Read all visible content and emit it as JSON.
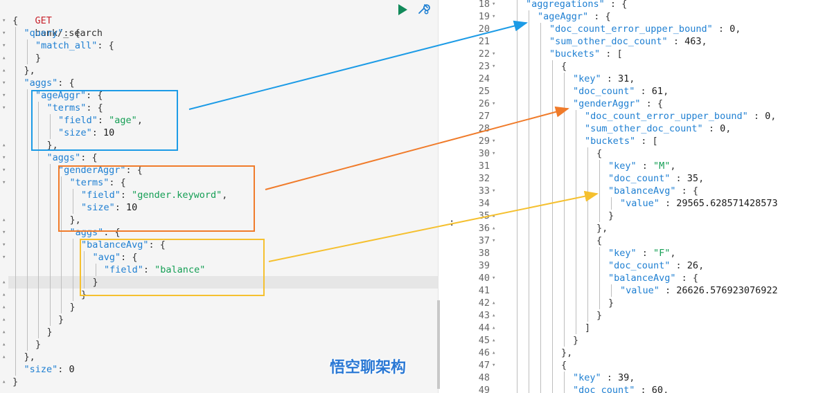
{
  "request": {
    "method": "GET",
    "endpoint": "bank/_search",
    "run_label": "Run request",
    "settings_label": "Request options"
  },
  "colors": {
    "key": "#1e7fd2",
    "string": "#149e54",
    "method": "#c8222c",
    "box_age": "#1c9be6",
    "box_gender": "#f07b2a",
    "box_balance": "#f5c02f",
    "watermark": "#2a78d4"
  },
  "left_lines": [
    {
      "fold": "▾",
      "guides": 0,
      "tokens": [
        {
          "t": "p",
          "v": "{"
        }
      ]
    },
    {
      "fold": "▾",
      "guides": 1,
      "tokens": [
        {
          "t": "k",
          "v": "\"query\""
        },
        {
          "t": "p",
          "v": ": {"
        }
      ]
    },
    {
      "fold": "▾",
      "guides": 2,
      "tokens": [
        {
          "t": "k",
          "v": "\"match_all\""
        },
        {
          "t": "p",
          "v": ": {"
        }
      ]
    },
    {
      "fold": "▴",
      "guides": 2,
      "tokens": [
        {
          "t": "p",
          "v": "}"
        }
      ]
    },
    {
      "fold": "▴",
      "guides": 1,
      "tokens": [
        {
          "t": "p",
          "v": "},"
        }
      ]
    },
    {
      "fold": "▾",
      "guides": 1,
      "tokens": [
        {
          "t": "k",
          "v": "\"aggs\""
        },
        {
          "t": "p",
          "v": ": {"
        }
      ]
    },
    {
      "fold": "▾",
      "guides": 2,
      "tokens": [
        {
          "t": "k",
          "v": "\"ageAggr\""
        },
        {
          "t": "p",
          "v": ": {"
        }
      ]
    },
    {
      "fold": "▾",
      "guides": 3,
      "tokens": [
        {
          "t": "k",
          "v": "\"terms\""
        },
        {
          "t": "p",
          "v": ": {"
        }
      ]
    },
    {
      "fold": "",
      "guides": 4,
      "tokens": [
        {
          "t": "k",
          "v": "\"field\""
        },
        {
          "t": "p",
          "v": ": "
        },
        {
          "t": "s",
          "v": "\"age\""
        },
        {
          "t": "p",
          "v": ","
        }
      ]
    },
    {
      "fold": "",
      "guides": 4,
      "tokens": [
        {
          "t": "k",
          "v": "\"size\""
        },
        {
          "t": "p",
          "v": ": "
        },
        {
          "t": "n",
          "v": "10"
        }
      ]
    },
    {
      "fold": "▴",
      "guides": 3,
      "tokens": [
        {
          "t": "p",
          "v": "},"
        }
      ]
    },
    {
      "fold": "▾",
      "guides": 3,
      "tokens": [
        {
          "t": "k",
          "v": "\"aggs\""
        },
        {
          "t": "p",
          "v": ": {"
        }
      ]
    },
    {
      "fold": "▾",
      "guides": 4,
      "tokens": [
        {
          "t": "k",
          "v": "\"genderAggr\""
        },
        {
          "t": "p",
          "v": ": {"
        }
      ]
    },
    {
      "fold": "▾",
      "guides": 5,
      "tokens": [
        {
          "t": "k",
          "v": "\"terms\""
        },
        {
          "t": "p",
          "v": ": {"
        }
      ]
    },
    {
      "fold": "",
      "guides": 6,
      "tokens": [
        {
          "t": "k",
          "v": "\"field\""
        },
        {
          "t": "p",
          "v": ": "
        },
        {
          "t": "s",
          "v": "\"gender.keyword\""
        },
        {
          "t": "p",
          "v": ","
        }
      ]
    },
    {
      "fold": "",
      "guides": 6,
      "tokens": [
        {
          "t": "k",
          "v": "\"size\""
        },
        {
          "t": "p",
          "v": ": "
        },
        {
          "t": "n",
          "v": "10"
        }
      ]
    },
    {
      "fold": "▴",
      "guides": 5,
      "tokens": [
        {
          "t": "p",
          "v": "},"
        }
      ]
    },
    {
      "fold": "▾",
      "guides": 5,
      "tokens": [
        {
          "t": "k",
          "v": "\"aggs\""
        },
        {
          "t": "p",
          "v": ": {"
        }
      ]
    },
    {
      "fold": "▾",
      "guides": 6,
      "tokens": [
        {
          "t": "k",
          "v": "\"balanceAvg\""
        },
        {
          "t": "p",
          "v": ": {"
        }
      ]
    },
    {
      "fold": "▾",
      "guides": 7,
      "tokens": [
        {
          "t": "k",
          "v": "\"avg\""
        },
        {
          "t": "p",
          "v": ": {"
        }
      ]
    },
    {
      "fold": "",
      "guides": 8,
      "tokens": [
        {
          "t": "k",
          "v": "\"field\""
        },
        {
          "t": "p",
          "v": ": "
        },
        {
          "t": "s",
          "v": "\"balance\""
        }
      ]
    },
    {
      "fold": "▴",
      "guides": 7,
      "tokens": [
        {
          "t": "p",
          "v": "}"
        }
      ]
    },
    {
      "fold": "▴",
      "guides": 6,
      "tokens": [
        {
          "t": "p",
          "v": "}"
        }
      ]
    },
    {
      "fold": "▴",
      "guides": 5,
      "tokens": [
        {
          "t": "p",
          "v": "}"
        }
      ]
    },
    {
      "fold": "▴",
      "guides": 4,
      "tokens": [
        {
          "t": "p",
          "v": "}"
        }
      ]
    },
    {
      "fold": "▴",
      "guides": 3,
      "tokens": [
        {
          "t": "p",
          "v": "}"
        }
      ]
    },
    {
      "fold": "▴",
      "guides": 2,
      "tokens": [
        {
          "t": "p",
          "v": "}"
        }
      ]
    },
    {
      "fold": "▴",
      "guides": 1,
      "tokens": [
        {
          "t": "p",
          "v": "},"
        }
      ]
    },
    {
      "fold": "",
      "guides": 1,
      "tokens": [
        {
          "t": "k",
          "v": "\"size\""
        },
        {
          "t": "p",
          "v": ": "
        },
        {
          "t": "n",
          "v": "0"
        }
      ]
    },
    {
      "fold": "▴",
      "guides": 0,
      "tokens": [
        {
          "t": "p",
          "v": "}"
        }
      ]
    }
  ],
  "right_lines": [
    {
      "n": "18",
      "fold": "▾",
      "guides": 1,
      "tokens": [
        {
          "t": "k",
          "v": "\"aggregations\""
        },
        {
          "t": "p",
          "v": " : {"
        }
      ]
    },
    {
      "n": "19",
      "fold": "▾",
      "guides": 2,
      "tokens": [
        {
          "t": "k",
          "v": "\"ageAggr\""
        },
        {
          "t": "p",
          "v": " : {"
        }
      ]
    },
    {
      "n": "20",
      "fold": "",
      "guides": 3,
      "tokens": [
        {
          "t": "k",
          "v": "\"doc_count_error_upper_bound\""
        },
        {
          "t": "p",
          "v": " : "
        },
        {
          "t": "n",
          "v": "0"
        },
        {
          "t": "p",
          "v": ","
        }
      ]
    },
    {
      "n": "21",
      "fold": "",
      "guides": 3,
      "tokens": [
        {
          "t": "k",
          "v": "\"sum_other_doc_count\""
        },
        {
          "t": "p",
          "v": " : "
        },
        {
          "t": "n",
          "v": "463"
        },
        {
          "t": "p",
          "v": ","
        }
      ]
    },
    {
      "n": "22",
      "fold": "▾",
      "guides": 3,
      "tokens": [
        {
          "t": "k",
          "v": "\"buckets\""
        },
        {
          "t": "p",
          "v": " : ["
        }
      ]
    },
    {
      "n": "23",
      "fold": "▾",
      "guides": 4,
      "tokens": [
        {
          "t": "p",
          "v": "{"
        }
      ]
    },
    {
      "n": "24",
      "fold": "",
      "guides": 5,
      "tokens": [
        {
          "t": "k",
          "v": "\"key\""
        },
        {
          "t": "p",
          "v": " : "
        },
        {
          "t": "n",
          "v": "31"
        },
        {
          "t": "p",
          "v": ","
        }
      ]
    },
    {
      "n": "25",
      "fold": "",
      "guides": 5,
      "tokens": [
        {
          "t": "k",
          "v": "\"doc_count\""
        },
        {
          "t": "p",
          "v": " : "
        },
        {
          "t": "n",
          "v": "61"
        },
        {
          "t": "p",
          "v": ","
        }
      ]
    },
    {
      "n": "26",
      "fold": "▾",
      "guides": 5,
      "tokens": [
        {
          "t": "k",
          "v": "\"genderAggr\""
        },
        {
          "t": "p",
          "v": " : {"
        }
      ]
    },
    {
      "n": "27",
      "fold": "",
      "guides": 6,
      "tokens": [
        {
          "t": "k",
          "v": "\"doc_count_error_upper_bound\""
        },
        {
          "t": "p",
          "v": " : "
        },
        {
          "t": "n",
          "v": "0"
        },
        {
          "t": "p",
          "v": ","
        }
      ]
    },
    {
      "n": "28",
      "fold": "",
      "guides": 6,
      "tokens": [
        {
          "t": "k",
          "v": "\"sum_other_doc_count\""
        },
        {
          "t": "p",
          "v": " : "
        },
        {
          "t": "n",
          "v": "0"
        },
        {
          "t": "p",
          "v": ","
        }
      ]
    },
    {
      "n": "29",
      "fold": "▾",
      "guides": 6,
      "tokens": [
        {
          "t": "k",
          "v": "\"buckets\""
        },
        {
          "t": "p",
          "v": " : ["
        }
      ]
    },
    {
      "n": "30",
      "fold": "▾",
      "guides": 7,
      "tokens": [
        {
          "t": "p",
          "v": "{"
        }
      ]
    },
    {
      "n": "31",
      "fold": "",
      "guides": 8,
      "tokens": [
        {
          "t": "k",
          "v": "\"key\""
        },
        {
          "t": "p",
          "v": " : "
        },
        {
          "t": "s",
          "v": "\"M\""
        },
        {
          "t": "p",
          "v": ","
        }
      ]
    },
    {
      "n": "32",
      "fold": "",
      "guides": 8,
      "tokens": [
        {
          "t": "k",
          "v": "\"doc_count\""
        },
        {
          "t": "p",
          "v": " : "
        },
        {
          "t": "n",
          "v": "35"
        },
        {
          "t": "p",
          "v": ","
        }
      ]
    },
    {
      "n": "33",
      "fold": "▾",
      "guides": 8,
      "tokens": [
        {
          "t": "k",
          "v": "\"balanceAvg\""
        },
        {
          "t": "p",
          "v": " : {"
        }
      ]
    },
    {
      "n": "34",
      "fold": "",
      "guides": 9,
      "tokens": [
        {
          "t": "k",
          "v": "\"value\""
        },
        {
          "t": "p",
          "v": " : "
        },
        {
          "t": "n",
          "v": "29565.628571428573"
        }
      ]
    },
    {
      "n": "35",
      "fold": "▴",
      "guides": 8,
      "tokens": [
        {
          "t": "p",
          "v": "}"
        }
      ]
    },
    {
      "n": "36",
      "fold": "▴",
      "guides": 7,
      "tokens": [
        {
          "t": "p",
          "v": "},"
        }
      ]
    },
    {
      "n": "37",
      "fold": "▾",
      "guides": 7,
      "tokens": [
        {
          "t": "p",
          "v": "{"
        }
      ]
    },
    {
      "n": "38",
      "fold": "",
      "guides": 8,
      "tokens": [
        {
          "t": "k",
          "v": "\"key\""
        },
        {
          "t": "p",
          "v": " : "
        },
        {
          "t": "s",
          "v": "\"F\""
        },
        {
          "t": "p",
          "v": ","
        }
      ]
    },
    {
      "n": "39",
      "fold": "",
      "guides": 8,
      "tokens": [
        {
          "t": "k",
          "v": "\"doc_count\""
        },
        {
          "t": "p",
          "v": " : "
        },
        {
          "t": "n",
          "v": "26"
        },
        {
          "t": "p",
          "v": ","
        }
      ]
    },
    {
      "n": "40",
      "fold": "▾",
      "guides": 8,
      "tokens": [
        {
          "t": "k",
          "v": "\"balanceAvg\""
        },
        {
          "t": "p",
          "v": " : {"
        }
      ]
    },
    {
      "n": "41",
      "fold": "",
      "guides": 9,
      "tokens": [
        {
          "t": "k",
          "v": "\"value\""
        },
        {
          "t": "p",
          "v": " : "
        },
        {
          "t": "n",
          "v": "26626.576923076922"
        }
      ]
    },
    {
      "n": "42",
      "fold": "▴",
      "guides": 8,
      "tokens": [
        {
          "t": "p",
          "v": "}"
        }
      ]
    },
    {
      "n": "43",
      "fold": "▴",
      "guides": 7,
      "tokens": [
        {
          "t": "p",
          "v": "}"
        }
      ]
    },
    {
      "n": "44",
      "fold": "▴",
      "guides": 6,
      "tokens": [
        {
          "t": "p",
          "v": "]"
        }
      ]
    },
    {
      "n": "45",
      "fold": "▴",
      "guides": 5,
      "tokens": [
        {
          "t": "p",
          "v": "}"
        }
      ]
    },
    {
      "n": "46",
      "fold": "▴",
      "guides": 4,
      "tokens": [
        {
          "t": "p",
          "v": "},"
        }
      ]
    },
    {
      "n": "47",
      "fold": "▾",
      "guides": 4,
      "tokens": [
        {
          "t": "p",
          "v": "{"
        }
      ]
    },
    {
      "n": "48",
      "fold": "",
      "guides": 5,
      "tokens": [
        {
          "t": "k",
          "v": "\"key\""
        },
        {
          "t": "p",
          "v": " : "
        },
        {
          "t": "n",
          "v": "39"
        },
        {
          "t": "p",
          "v": ","
        }
      ]
    },
    {
      "n": "49",
      "fold": "",
      "guides": 5,
      "tokens": [
        {
          "t": "k",
          "v": "\"doc_count\""
        },
        {
          "t": "p",
          "v": " : "
        },
        {
          "t": "n",
          "v": "60"
        },
        {
          "t": "p",
          "v": ","
        }
      ]
    }
  ],
  "watermark": "悟空聊架构",
  "divider_glyph": ":"
}
